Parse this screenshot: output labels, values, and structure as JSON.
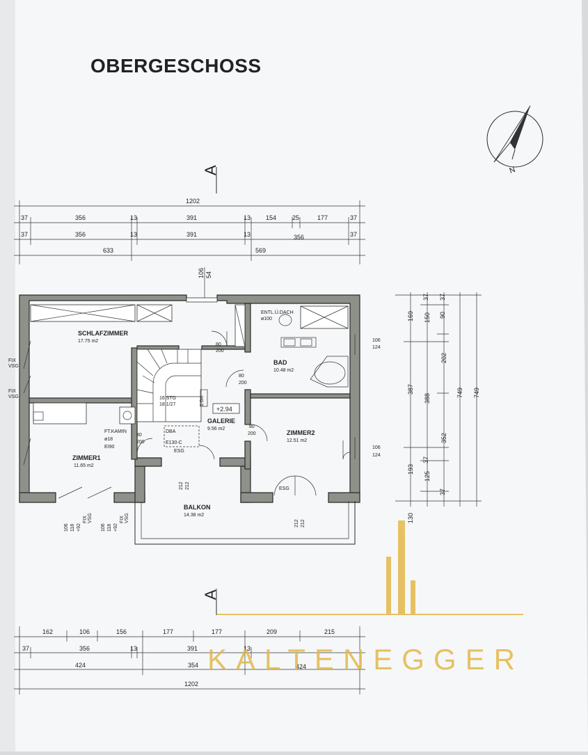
{
  "title": "OBERGESCHOSS",
  "section_marker": "A",
  "logo": {
    "text": "KALTENEGGER",
    "color": "#e3b84a"
  },
  "colors": {
    "paper": "#ffffff",
    "wall": "#8d9189",
    "ink": "#2a2a2a"
  },
  "icons": {
    "north": "north-arrow-icon"
  },
  "north_label": "N",
  "top_dims": {
    "total": "1202",
    "row1": [
      "37",
      "356",
      "13",
      "391",
      "13",
      "154",
      "25",
      "177",
      "37"
    ],
    "row2": [
      "37",
      "356",
      "13",
      "391",
      "13",
      "356",
      "37"
    ],
    "row3": [
      "633",
      "569"
    ],
    "window_top": [
      "106",
      "54"
    ]
  },
  "bottom_dims": {
    "row1": [
      "162",
      "106",
      "156",
      "177",
      "177",
      "209",
      "215"
    ],
    "row2": [
      "37",
      "356",
      "13",
      "391",
      "13"
    ],
    "row3": [
      "424",
      "354",
      "424"
    ],
    "total": "1202"
  },
  "right_dims": {
    "a": [
      "169",
      "387",
      "193"
    ],
    "b": [
      "150",
      "388",
      "125"
    ],
    "c": [
      "37",
      "90",
      "202",
      "352",
      "37"
    ],
    "c_extra": [
      "37"
    ],
    "d": "749",
    "e": "749",
    "f_bottom": "130"
  },
  "rooms": {
    "schlafzimmer": {
      "name": "SCHLAFZIMMER",
      "area": "17.75 m2"
    },
    "bad": {
      "name": "BAD",
      "area": "10.48 m2"
    },
    "galerie": {
      "name": "GALERIE",
      "area": "9.56 m2"
    },
    "zimmer1": {
      "name": "ZIMMER1",
      "area": "11.65 m2"
    },
    "zimmer2": {
      "name": "ZIMMER2",
      "area": "12.51 m2"
    },
    "balkon": {
      "name": "BALKON",
      "area": "14.38 m2"
    }
  },
  "labels": {
    "entl_1": "ENTL.Ü.DACH",
    "entl_2": "ø100",
    "stairs_1": "16 STG",
    "stairs_2": "18.1/27",
    "level": "+2.94",
    "kamin_1": "FT.KAMIN",
    "kamin_2": "ø18",
    "kamin_3": "EI90",
    "dba": "DBA",
    "e_code": "E130-C",
    "esg": "ESG",
    "esg2": "ESG",
    "fix": "FIX",
    "vsg": "VSG",
    "door_80": "80",
    "door_200": "200",
    "win_106": "106",
    "win_124": "124",
    "win_118": "118",
    "win_92": "+92",
    "win_212": "212",
    "win_10m": "1.0m"
  }
}
